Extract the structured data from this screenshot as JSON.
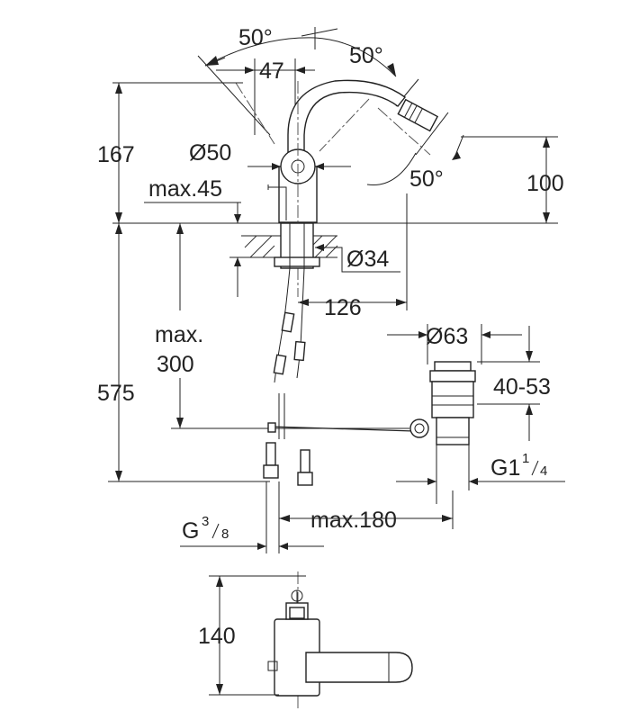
{
  "dimensions": {
    "swivel_left_angle": "50°",
    "swivel_right_angle": "50°",
    "spout_tilt_angle": "50°",
    "offset_47": "47",
    "diameter_50": "Ø50",
    "height_167": "167",
    "height_100": "100",
    "max_45": "max.45",
    "diameter_34": "Ø34",
    "reach_126": "126",
    "max_300_line1": "max.",
    "max_300_line2": "300",
    "height_575": "575",
    "waste_diameter_63": "Ø63",
    "waste_40_53": "40-53",
    "waste_thread_main": "G1",
    "waste_thread_num": "1",
    "waste_thread_den": "4",
    "inlet_thread_main": "G",
    "inlet_thread_num": "3",
    "inlet_thread_den": "8",
    "max_180": "max.180",
    "plan_140": "140"
  },
  "colors": {
    "line": "#222222",
    "hatch": "#333333",
    "background": "#ffffff"
  }
}
